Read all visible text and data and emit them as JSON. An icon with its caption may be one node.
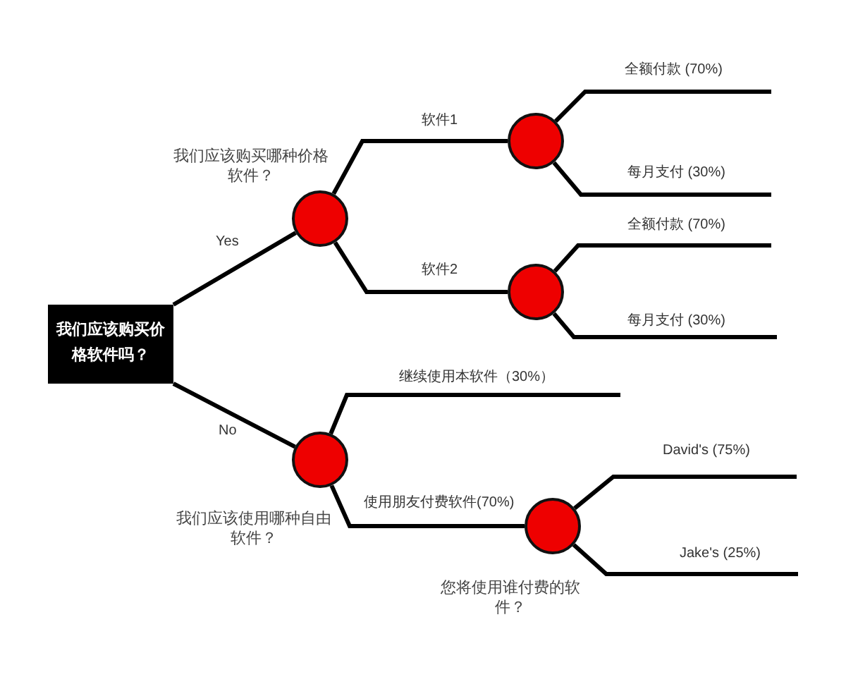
{
  "diagram": {
    "nodes": [
      {
        "text": [
          "我们应该购买价格软件吗？"
        ]
      },
      {
        "text": [
          "我们应该购买哪种价格软件？"
        ]
      },
      {
        "text": [],
        "shape": "circle"
      },
      {
        "text": [],
        "shape": "circle"
      },
      {
        "text": [
          "我们应该使用哪种自由软件？"
        ]
      },
      {
        "text": [
          "您将使用谁付费的软件？"
        ]
      }
    ],
    "edges": [
      {
        "from": 0,
        "to": 1,
        "arrow": "none",
        "label": "Yes"
      },
      {
        "from": 0,
        "to": 4,
        "arrow": "none",
        "label": "No"
      },
      {
        "from": 1,
        "to": 2,
        "arrow": "none",
        "label": "软件1"
      },
      {
        "from": 1,
        "to": 3,
        "arrow": "none",
        "label": "软件2"
      },
      {
        "from": 2,
        "to": null,
        "arrow": "none",
        "label": "全额付款 (70%)"
      },
      {
        "from": 2,
        "to": null,
        "arrow": "none",
        "label": "每月支付 (30%)"
      },
      {
        "from": 3,
        "to": null,
        "arrow": "none",
        "label": "全额付款 (70%)"
      },
      {
        "from": 3,
        "to": null,
        "arrow": "none",
        "label": "每月支付 (30%)"
      },
      {
        "from": 4,
        "to": null,
        "arrow": "none",
        "label": "继续使用本软件（30%）"
      },
      {
        "from": 4,
        "to": 5,
        "arrow": "none",
        "label": "使用朋友付费软件(70%)"
      },
      {
        "from": 5,
        "to": null,
        "arrow": "none",
        "label": "David's (75%)"
      },
      {
        "from": 5,
        "to": null,
        "arrow": "none",
        "label": "Jake's (25%)"
      }
    ]
  }
}
